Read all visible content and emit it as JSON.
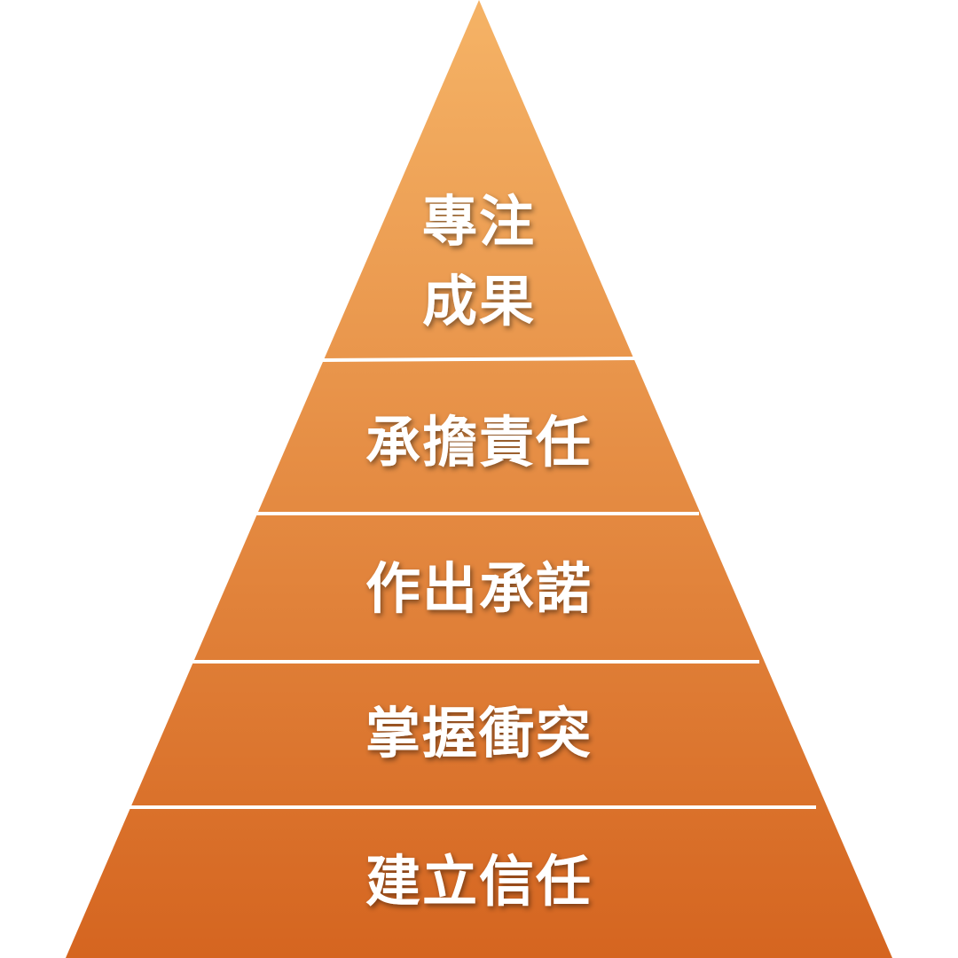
{
  "pyramid": {
    "colors": {
      "top": "#F5B366",
      "bottom": "#D56520",
      "divider": "#FFFFFF",
      "label": "#FFFFFF"
    },
    "tiers": [
      {
        "lines": [
          "專注",
          "成果"
        ]
      },
      {
        "lines": [
          "承擔責任"
        ]
      },
      {
        "lines": [
          "作出承諾"
        ]
      },
      {
        "lines": [
          "掌握衝突"
        ]
      },
      {
        "lines": [
          "建立信任"
        ]
      }
    ]
  }
}
